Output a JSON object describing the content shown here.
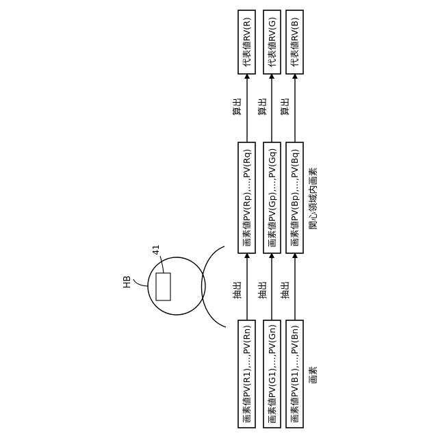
{
  "diagram": {
    "head_label": "HB",
    "sensor_label": "41",
    "pixels": {
      "r": "画素値PV(R1),…,PV(Rn)",
      "g": "画素値PV(G1),…,PV(Gn)",
      "b": "画素値PV(B1),…,PV(Bn)",
      "caption": "画素"
    },
    "extract_label": "抽出",
    "roi": {
      "r": "画素値PV(Rp),…,PV(Rq)",
      "g": "画素値PV(Gp),…,PV(Gq)",
      "b": "画素値PV(Bp),…,PV(Bq)",
      "caption": "関心領域内画素"
    },
    "compute_label": "算出",
    "representatives": {
      "r": "代表値RV(R)",
      "g": "代表値RV(G)",
      "b": "代表値RV(B)"
    }
  }
}
